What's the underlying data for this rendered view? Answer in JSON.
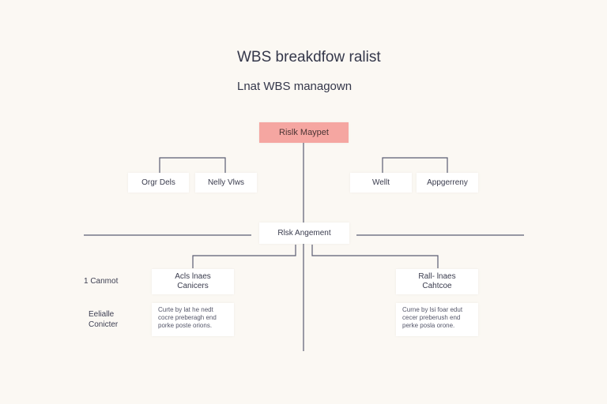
{
  "header": {
    "title": "WBS breakdfow ralist",
    "subtitle": "Lnat WBS managown"
  },
  "nodes": {
    "root": "Rislk Maypet",
    "left_a": "Orgr Dels",
    "left_b": "Nelly Vlws",
    "right_a": "Wellt",
    "right_b": "Appgerreny",
    "center": "Rlsk Angement",
    "left_mid": [
      "Acls lnaes",
      "Canicers"
    ],
    "right_mid": [
      "Rall- lnaes",
      "Cahtcoe"
    ]
  },
  "notes": {
    "left": [
      "Curte by lat he nedt",
      "cocre preberagh end",
      "porke poste orions."
    ],
    "right": [
      "Curne by lsi foar edut",
      "cecer preberush end",
      "perke posla orone."
    ]
  },
  "side_labels": {
    "first": "1 Canmot",
    "second": [
      "Eelialle",
      "Conicter"
    ]
  }
}
